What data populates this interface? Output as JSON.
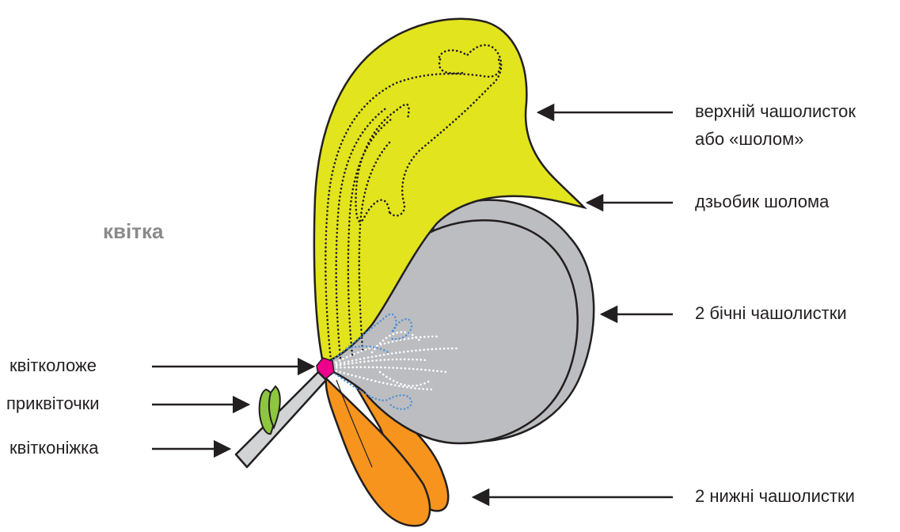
{
  "title": "квітка",
  "labels": {
    "upper_sepal_line1": "верхній чашолисток",
    "upper_sepal_line2": "або «шолом»",
    "helmet_beak": "дзьобик шолома",
    "lateral_sepals": "2 бічні чашолистки",
    "receptacle": "квітколоже",
    "bracteoles": "приквіточки",
    "pedicel": "квітконіжка",
    "lower_sepals": "2 нижні чашолистки"
  },
  "colors": {
    "helmet": "#e2e41e",
    "lateral": "#bcbdc0",
    "lower": "#f7941d",
    "receptacle": "#ec008c",
    "bracteole": "#8dc63f",
    "stem": "#d1d3d4",
    "outline": "#231f20",
    "stamens": "#ffffff",
    "nectary": "#4a90d9",
    "title": "#8a8a8c"
  }
}
